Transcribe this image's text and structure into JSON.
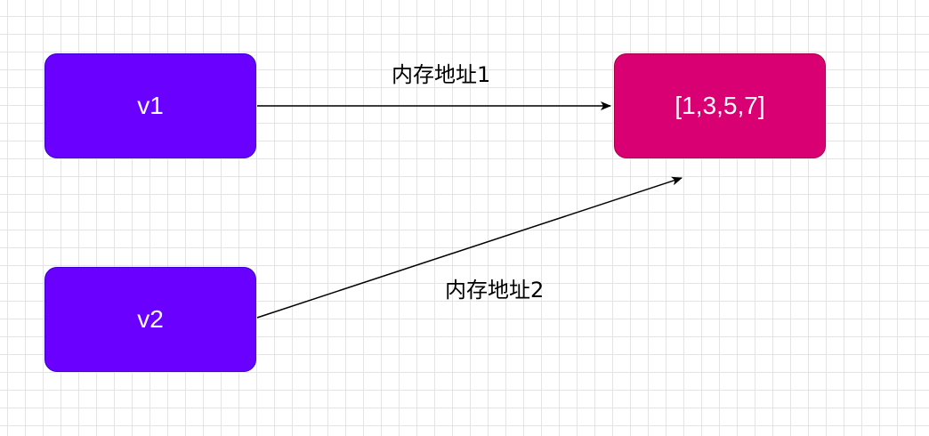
{
  "diagram": {
    "nodes": {
      "v1": {
        "label": "v1",
        "fill": "#6a00ff",
        "stroke": "#3700cc"
      },
      "v2": {
        "label": "v2",
        "fill": "#6a00ff",
        "stroke": "#3700cc"
      },
      "list": {
        "label": "[1,3,5,7]",
        "fill": "#d80073",
        "stroke": "#a50040"
      }
    },
    "edges": [
      {
        "from": "v1",
        "to": "list",
        "label": "内存地址1"
      },
      {
        "from": "v2",
        "to": "list",
        "label": "内存地址2"
      }
    ],
    "grid_color": "#e4e4e4",
    "edge_color": "#000000"
  }
}
